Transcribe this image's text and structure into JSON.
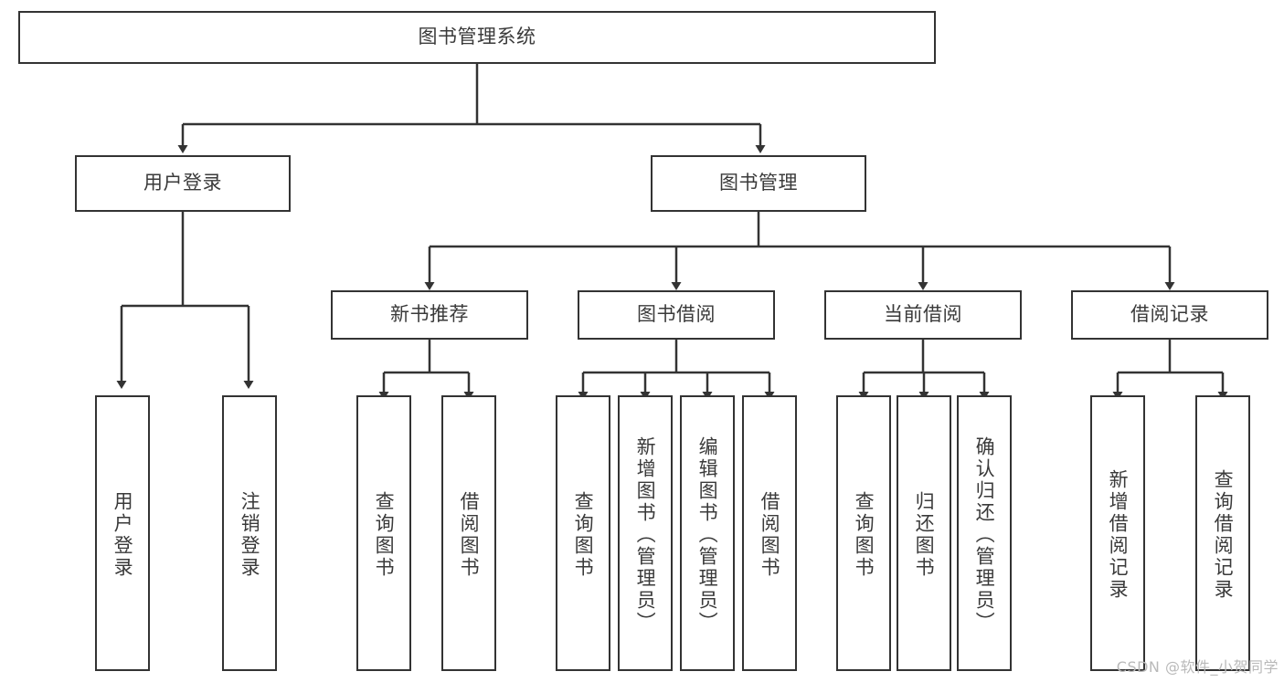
{
  "diagram": {
    "title": "图书管理系统",
    "type": "tree-hierarchy-diagram",
    "watermark": "CSDN @软件_小贺同学",
    "colors": {
      "stroke": "#333333",
      "text": "#3a3a3a",
      "background": "#ffffff",
      "watermark": "#b9b9b9"
    },
    "root": {
      "label": "图书管理系统"
    },
    "level2": [
      {
        "label": "用户登录"
      },
      {
        "label": "图书管理"
      }
    ],
    "level3": [
      {
        "label": "新书推荐"
      },
      {
        "label": "图书借阅"
      },
      {
        "label": "当前借阅"
      },
      {
        "label": "借阅记录"
      }
    ],
    "leaves": {
      "user_login": [
        {
          "label": "用户登录"
        },
        {
          "label": "注销登录"
        }
      ],
      "new_book_recommend": [
        {
          "label": "查询图书"
        },
        {
          "label": "借阅图书"
        }
      ],
      "book_borrow": [
        {
          "label": "查询图书"
        },
        {
          "label": "新增图书（管理员）"
        },
        {
          "label": "编辑图书（管理员）"
        },
        {
          "label": "借阅图书"
        }
      ],
      "current_borrow": [
        {
          "label": "查询图书"
        },
        {
          "label": "归还图书"
        },
        {
          "label": "确认归还（管理员）"
        }
      ],
      "borrow_record": [
        {
          "label": "新增借阅记录"
        },
        {
          "label": "查询借阅记录"
        }
      ]
    }
  }
}
